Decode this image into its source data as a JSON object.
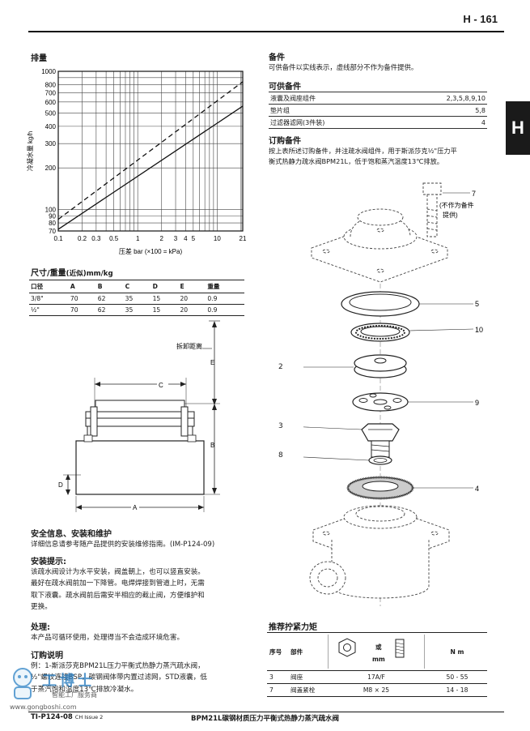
{
  "header": {
    "page_number": "H - 161",
    "side_tab": "H"
  },
  "chart_data": {
    "type": "line",
    "title": "排量",
    "xlabel": "压差 bar (×100 = kPa)",
    "ylabel": "冷凝水量 kg/h",
    "x_scale": "log",
    "y_scale": "log",
    "xlim": [
      0.1,
      21
    ],
    "ylim": [
      70,
      1000
    ],
    "x_ticks": [
      "0.1",
      "0.2",
      "0.3",
      "0.5",
      "1",
      "2",
      "3",
      "4",
      "5",
      "10",
      "21"
    ],
    "x_tick_values": [
      0.1,
      0.2,
      0.3,
      0.5,
      1,
      2,
      3,
      4,
      5,
      10,
      21
    ],
    "y_ticks": [
      "70",
      "80",
      "90",
      "100",
      "200",
      "300",
      "400",
      "500",
      "600",
      "700",
      "800",
      "1000"
    ],
    "y_tick_values": [
      70,
      80,
      90,
      100,
      200,
      300,
      400,
      500,
      600,
      700,
      800,
      1000
    ],
    "grid": true,
    "series": [
      {
        "style": "dashed",
        "x": [
          0.1,
          21
        ],
        "y": [
          85,
          840
        ]
      },
      {
        "style": "solid",
        "x": [
          0.1,
          21
        ],
        "y": [
          72,
          560
        ]
      }
    ]
  },
  "dimensions": {
    "title": "尺寸/重量",
    "title_suffix": "(近似)mm/kg",
    "headers": [
      "口径",
      "A",
      "B",
      "C",
      "D",
      "E",
      "重量"
    ],
    "rows": [
      [
        "3/8\"",
        "70",
        "62",
        "35",
        "15",
        "20",
        "0.9"
      ],
      [
        "½\"",
        "70",
        "62",
        "35",
        "15",
        "20",
        "0.9"
      ]
    ],
    "drawing_labels": {
      "withdrawal": "拆卸距离",
      "A": "A",
      "B": "B",
      "C": "C",
      "D": "D",
      "E": "E"
    }
  },
  "safety": {
    "title": "安全信息、安装和维护",
    "text": "详细信息请参考随产品提供的安装维修指南。(IM-P124-09)"
  },
  "install": {
    "title": "安装提示:",
    "lines": [
      "该疏水阀设计为水平安装，阀盖朝上，也可以竖直安装。",
      "最好在疏水阀前加一下降管。电焊焊接到管道上时，无需",
      "取下液囊。疏水阀前后需安半相应的截止阀，方便维护和",
      "更换。"
    ]
  },
  "disposal": {
    "title": "处理:",
    "text": "本产品可循环使用，处理得当不会造成环境危害。"
  },
  "order": {
    "title": "订购说明",
    "lines": [
      "例：1-斯派莎克BPM21L压力平衡式热静力蒸汽疏水阀，",
      "½\"螺纹连接BSP，碳钢阀体带内置过滤网，STD液囊，低",
      "于蒸汽饱和温度13℃排放冷凝水。"
    ]
  },
  "spares_intro": {
    "title": "备件",
    "text": "可供备件以实线表示，虚线部分不作为备件提供。"
  },
  "spares": {
    "title": "可供备件",
    "rows": [
      {
        "name": "液囊及阀座组件",
        "parts": "2,3,5,8,9,10"
      },
      {
        "name": "垫片组",
        "parts": "5,8"
      },
      {
        "name": "过滤器滤网(3件装)",
        "parts": "4"
      }
    ]
  },
  "ordering_spares": {
    "title": "订购备件",
    "lines": [
      "按上表所述订购备件，并注疏水阀组件，用于斯派莎克½\"压力平",
      "衡式热静力疏水阀BPM21L，低于饱和蒸汽温度13℃排放。"
    ]
  },
  "exploded": {
    "callouts": [
      "7",
      "5",
      "10",
      "2",
      "9",
      "3",
      "8",
      "4"
    ],
    "note_7": [
      "(不作为备件",
      "提供)"
    ]
  },
  "torque": {
    "title": "推荐拧紧力矩",
    "header": {
      "item": "序号",
      "part": "部件",
      "or": "或",
      "mm": "mm",
      "nm": "N m"
    },
    "rows": [
      [
        "3",
        "阀座",
        "17A/F",
        "50 - 55"
      ],
      [
        "7",
        "阀盖紧栓",
        "M8 × 25",
        "14 - 18"
      ]
    ]
  },
  "footer": {
    "left": "TI-P124-08",
    "left_small": "CH Issue 2",
    "title": "BPM21L碳钢材质压力平衡式热静力蒸汽疏水阀",
    "watermark_1": "工博士",
    "watermark_2": "智能工厂服务商",
    "watermark_3": "www.gongboshi.com"
  }
}
